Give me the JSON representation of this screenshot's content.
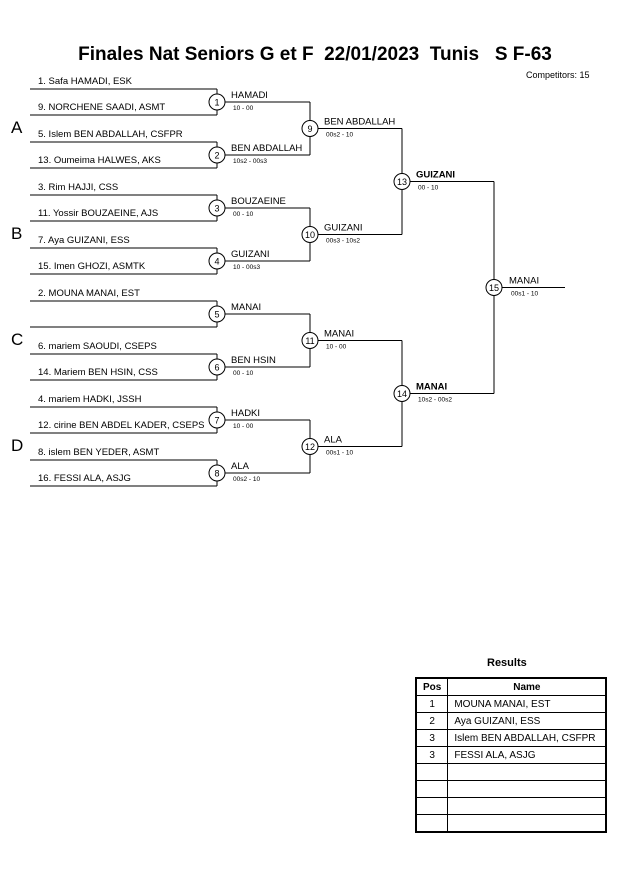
{
  "header": {
    "title": "Finales Nat Seniors G et F  22/01/2023  Tunis   S F-63",
    "competitors": "Competitors: 15"
  },
  "groups": [
    "A",
    "B",
    "C",
    "D"
  ],
  "round1": [
    {
      "top": "1. Safa HAMADI, ESK",
      "bottom": "9. NORCHENE SAADI, ASMT",
      "num": "1",
      "winner": "HAMADI",
      "score": "10 - 00"
    },
    {
      "top": "5. Islem BEN ABDALLAH, CSFPR",
      "bottom": "13. Oumeima HALWES, AKS",
      "num": "2",
      "winner": "BEN ABDALLAH",
      "score": "10s2 - 00s3"
    },
    {
      "top": "3. Rim HAJJI, CSS",
      "bottom": "11. Yossir BOUZAEINE, AJS",
      "num": "3",
      "winner": "BOUZAEINE",
      "score": "00 - 10"
    },
    {
      "top": "7. Aya GUIZANI, ESS",
      "bottom": "15. Imen GHOZI, ASMTK",
      "num": "4",
      "winner": "GUIZANI",
      "score": "10 - 00s3"
    },
    {
      "top": "2. MOUNA MANAI, EST",
      "bottom": "",
      "num": "5",
      "winner": "MANAI",
      "score": ""
    },
    {
      "top": "6. mariem SAOUDI, CSEPS",
      "bottom": "14. Mariem BEN HSIN, CSS",
      "num": "6",
      "winner": "BEN HSIN",
      "score": "00 - 10"
    },
    {
      "top": "4. mariem HADKI, JSSH",
      "bottom": "12. cirine BEN ABDEL KADER, CSEPS",
      "num": "7",
      "winner": "HADKI",
      "score": "10 - 00"
    },
    {
      "top": "8. islem BEN YEDER, ASMT",
      "bottom": "16. FESSI ALA, ASJG",
      "num": "8",
      "winner": "ALA",
      "score": "00s2 - 10"
    }
  ],
  "round2": [
    {
      "num": "9",
      "winner": "BEN ABDALLAH",
      "score": "00s2 - 10"
    },
    {
      "num": "10",
      "winner": "GUIZANI",
      "score": "00s3 - 10s2"
    },
    {
      "num": "11",
      "winner": "MANAI",
      "score": "10 - 00"
    },
    {
      "num": "12",
      "winner": "ALA",
      "score": "00s1 - 10"
    }
  ],
  "round3": [
    {
      "num": "13",
      "winner": "GUIZANI",
      "score": "00 - 10"
    },
    {
      "num": "14",
      "winner": "MANAI",
      "score": "10s2 - 00s2"
    }
  ],
  "final": {
    "num": "15",
    "winner": "MANAI",
    "score": "00s1 - 10"
  },
  "results": {
    "title": "Results",
    "headers": {
      "pos": "Pos",
      "name": "Name"
    },
    "rows": [
      {
        "pos": "1",
        "name": "MOUNA MANAI, EST"
      },
      {
        "pos": "2",
        "name": "Aya GUIZANI, ESS"
      },
      {
        "pos": "3",
        "name": "Islem BEN ABDALLAH, CSFPR"
      },
      {
        "pos": "3",
        "name": "FESSI ALA, ASJG"
      },
      {
        "pos": "",
        "name": ""
      },
      {
        "pos": "",
        "name": ""
      },
      {
        "pos": "",
        "name": ""
      },
      {
        "pos": "",
        "name": ""
      }
    ]
  }
}
